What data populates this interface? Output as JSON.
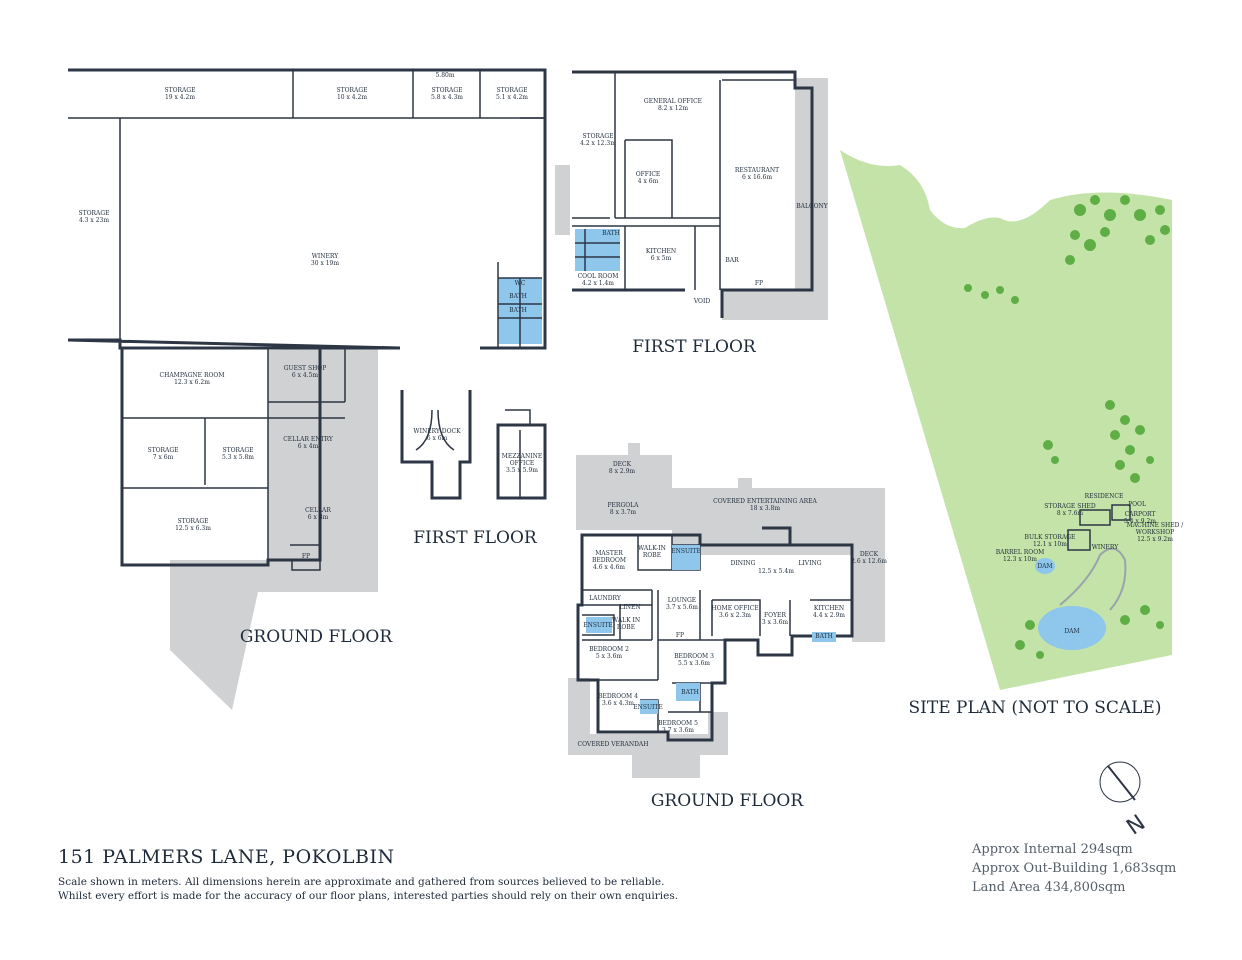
{
  "title": "151 PALMERS LANE, POKOLBIN",
  "disclaimer": [
    "Scale shown in meters. All dimensions herein are approximate and gathered from sources believed to be  reliable.",
    "Whilst every effort is made for the accuracy of our floor plans, interested parties should rely on their own enquiries."
  ],
  "stats": [
    "Approx Internal 294sqm",
    "Approx Out-Building 1,683sqm",
    "Land Area 434,800sqm"
  ],
  "section_titles": {
    "outbuilding_first": "FIRST FLOOR",
    "outbuilding_mezz": "FIRST FLOOR",
    "outbuilding_ground": "GROUND FLOOR",
    "house_ground": "GROUND FLOOR",
    "site": "SITE PLAN (NOT TO SCALE)"
  },
  "compass": "N",
  "colors": {
    "wall": "#2d3644",
    "deck": "#cfd1d3",
    "wet": "#8ec6ec",
    "site": "#c4e3a8",
    "trees": "#5fae45",
    "dam": "#8ec6ec"
  },
  "rooms": {
    "storage_a": [
      "STORAGE",
      "19 x 4.2m"
    ],
    "storage_b": [
      "STORAGE",
      "10 x 4.2m"
    ],
    "storage_c": [
      "STORAGE",
      "5.8 x 4.3m"
    ],
    "storage_d": [
      "STORAGE",
      "5.1 x 4.2m"
    ],
    "dim_tag": "5.80m",
    "storage_e": [
      "STORAGE",
      "4.3 x 23m"
    ],
    "winery": [
      "WINERY",
      "30 x 19m"
    ],
    "wc": "WC",
    "bath": "BATH",
    "champagne": [
      "CHAMPAGNE ROOM",
      "12.3 x 6.2m"
    ],
    "guest_shop": [
      "GUEST SHOP",
      "6 x 4.5m"
    ],
    "storage_f": [
      "STORAGE",
      "7 x 6m"
    ],
    "storage_g": [
      "STORAGE",
      "5.3 x 5.8m"
    ],
    "cellar_entry": [
      "CELLAR ENTRY",
      "6 x 4m"
    ],
    "storage_h": [
      "STORAGE",
      "12.5 x 6.3m"
    ],
    "cellar": [
      "CELLAR",
      "6 x 8m"
    ],
    "fp": "FP",
    "general_office": [
      "GENERAL OFFICE",
      "8.2 x 12m"
    ],
    "storage_i": [
      "STORAGE",
      "4.2 x 12.3m"
    ],
    "office": [
      "OFFICE",
      "4 x 6m"
    ],
    "restaurant": [
      "RESTAURANT",
      "6 x 16.6m"
    ],
    "balcony": "BALCONY",
    "kitchen_r": [
      "KITCHEN",
      "6 x 5m"
    ],
    "cool_room": [
      "COOL ROOM",
      "4.2 x 1.4m"
    ],
    "bar": "BAR",
    "void": "VOID",
    "winery_dock": [
      "WINERY DOCK",
      "6 x 6m"
    ],
    "mezzanine": [
      "MEZZANINE",
      "OFFICE",
      "3.5 x 5.9m"
    ],
    "deck_top": [
      "DECK",
      "8 x 2.9m"
    ],
    "pergola": [
      "PERGOLA",
      "8 x 3.7m"
    ],
    "entertain": [
      "COVERED ENTERTAINING AREA",
      "18 x 3.8m"
    ],
    "master": [
      "MASTER",
      "BEDROOM",
      "4.6 x 4.6m"
    ],
    "walkin": [
      "WALK-IN",
      "ROBE"
    ],
    "ensuite": "ENSUITE",
    "dining": "DINING",
    "living": "LIVING",
    "dining_dim": "12.5 x 5.4m",
    "deck_side": [
      "DECK",
      "2.6 x 12.6m"
    ],
    "laundry": "LAUNDRY",
    "lounge": [
      "LOUNGE",
      "3.7 x 5.6m"
    ],
    "home_office": [
      "HOME OFFICE",
      "3.6 x 2.3m"
    ],
    "foyer": [
      "FOYER",
      "3 x 3.6m"
    ],
    "kitchen_h": [
      "KITCHEN",
      "4.4 x 2.9m"
    ],
    "linen": "LINEN",
    "walkin_robe": [
      "WALK IN",
      "ROBE"
    ],
    "bedroom2": [
      "BEDROOM 2",
      "5 x 3.6m"
    ],
    "bedroom3": [
      "BEDROOM 3",
      "5.5 x 3.6m"
    ],
    "bedroom4": [
      "BEDROOM 4",
      "3.6 x 4.3m"
    ],
    "bedroom5": [
      "BEDROOM 5",
      "3.7 x 3.6m"
    ],
    "verandah": "COVERED VERANDAH"
  },
  "site_labels": {
    "residence": "RESIDENCE",
    "pool": "POOL",
    "carport": [
      "CARPORT",
      "5.4 x 9.2m"
    ],
    "machine_shed": [
      "MACHINE SHED /",
      "WORKSHOP",
      "12.5 x 9.2m"
    ],
    "storage_shed": [
      "STORAGE SHED",
      "8 x 7.6m"
    ],
    "bulk_storage": [
      "BULK STORAGE",
      "12.1 x 10m"
    ],
    "barrel_room": [
      "BARREL ROOM",
      "12.3 x 10m"
    ],
    "winery": "WINERY",
    "dam": "DAM"
  }
}
